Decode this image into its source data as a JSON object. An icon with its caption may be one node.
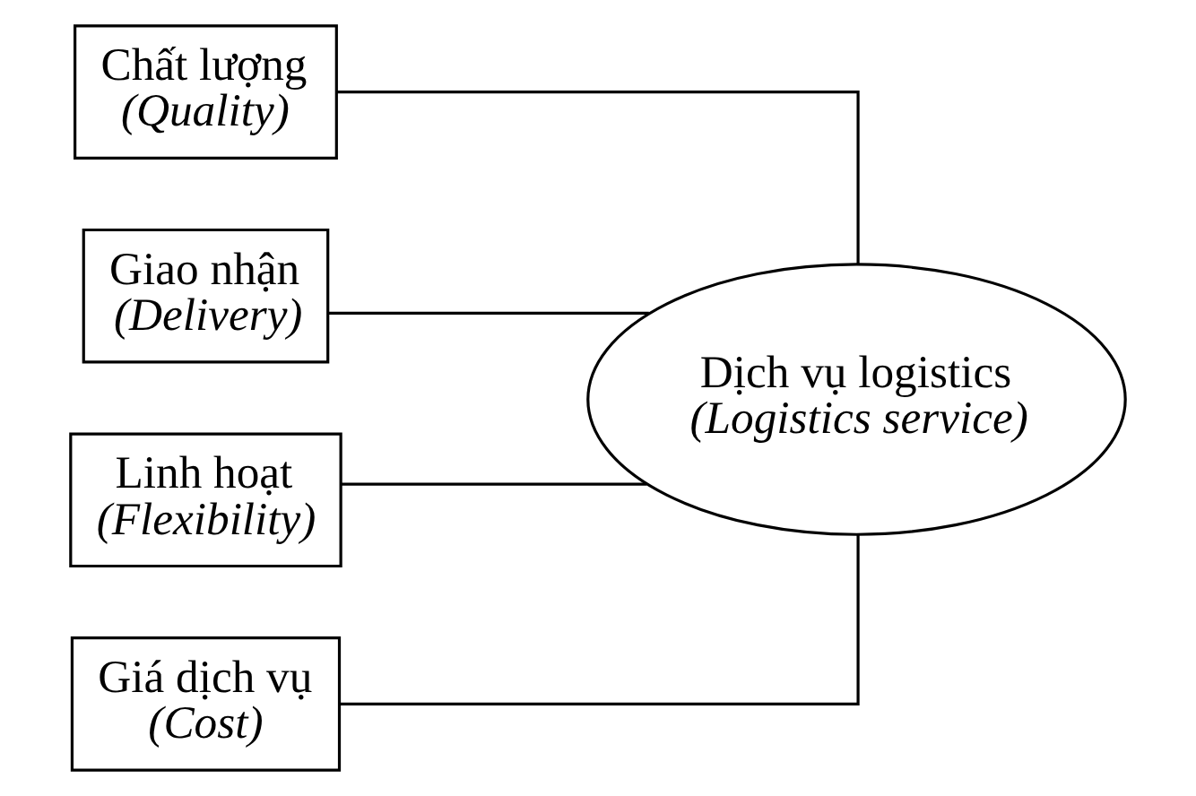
{
  "diagram": {
    "nodes": [
      {
        "text": [
          "Chất lượng",
          "(Quality)"
        ]
      },
      {
        "text": [
          "Giao nhận",
          "(Delivery)"
        ]
      },
      {
        "text": [
          "Linh hoạt",
          "(Flexibility)"
        ]
      },
      {
        "text": [
          "Giá dịch vụ",
          "(Cost)"
        ]
      },
      {
        "text": [
          "Dịch vụ logistics",
          "(Logistics service)"
        ]
      }
    ],
    "edges": [
      {
        "from": 0,
        "to": 4,
        "arrow": "none"
      },
      {
        "from": 1,
        "to": 4,
        "arrow": "none"
      },
      {
        "from": 2,
        "to": 4,
        "arrow": "none"
      },
      {
        "from": 3,
        "to": 4,
        "arrow": "none"
      }
    ]
  }
}
